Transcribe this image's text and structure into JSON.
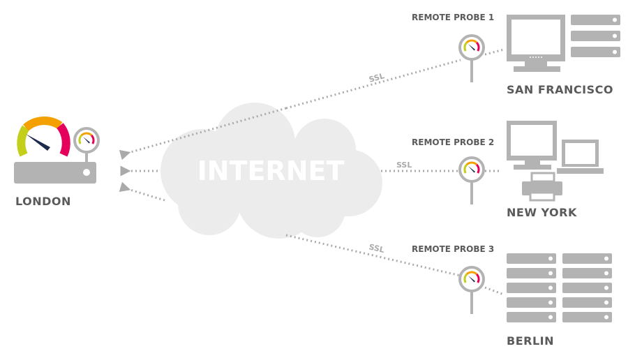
{
  "cloud_label": "INTERNET",
  "hub": {
    "label": "LONDON"
  },
  "connection_label": "SSL",
  "probes": [
    {
      "label": "REMOTE PROBE 1",
      "location": "SAN FRANCISCO"
    },
    {
      "label": "REMOTE PROBE 2",
      "location": "NEW YORK"
    },
    {
      "label": "REMOTE PROBE 3",
      "location": "BERLIN"
    }
  ],
  "colors": {
    "gray": "#b3b3b3",
    "cloud": "#ececec",
    "green": "#c3cf1a",
    "orange": "#f4a000",
    "pink": "#e5005b",
    "needle": "#1d2a4d"
  }
}
